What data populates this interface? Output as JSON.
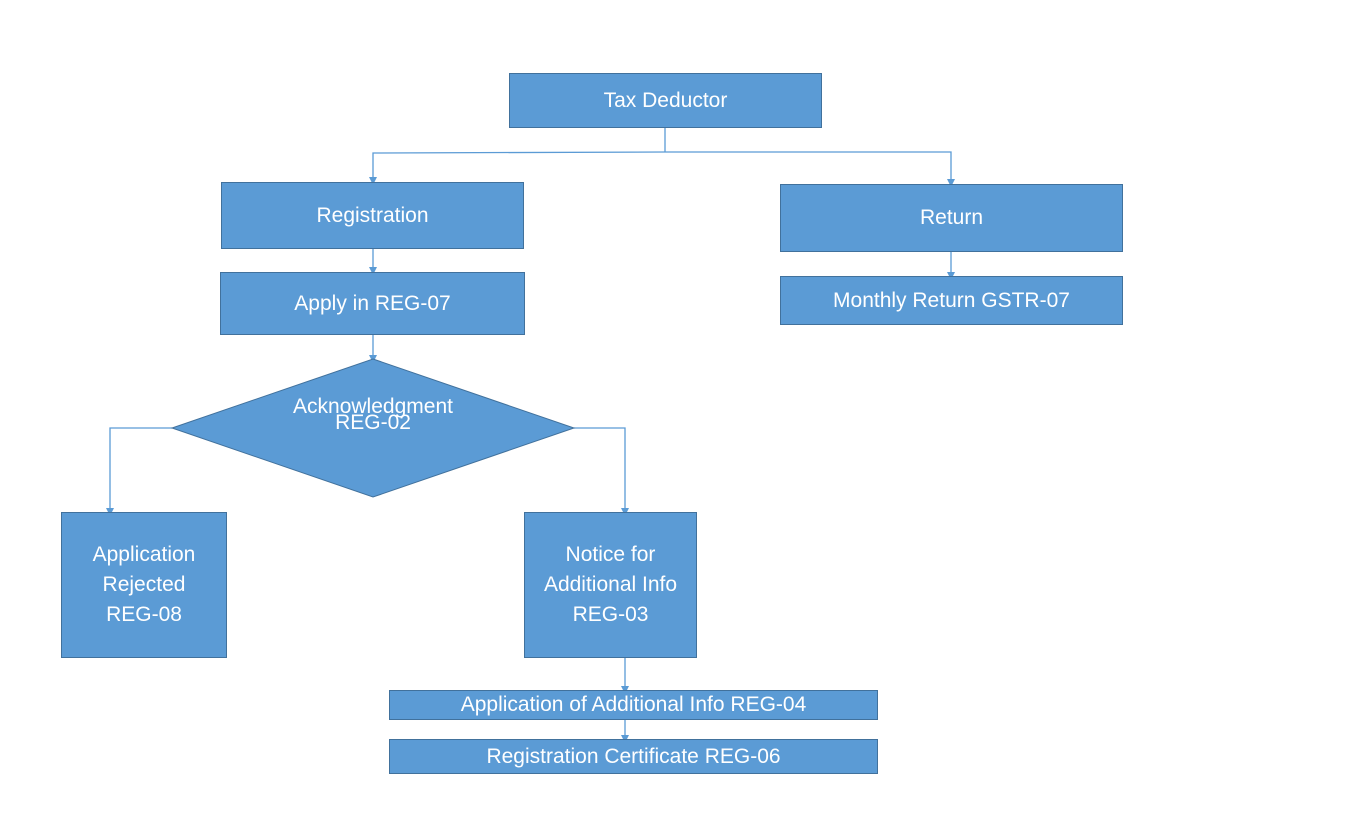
{
  "diagram": {
    "colors": {
      "node_fill": "#5b9bd5",
      "node_border": "#41719c",
      "connector": "#5b9bd5",
      "text": "#ffffff"
    },
    "nodes": {
      "tax_deductor": "Tax Deductor",
      "registration": "Registration",
      "return": "Return",
      "apply_reg07": "Apply in REG-07",
      "monthly_return": "Monthly Return GSTR-07",
      "acknowledgment": {
        "line1": "Acknowledgment",
        "line2": "REG-02"
      },
      "application_rejected": {
        "line1": "Application",
        "line2": "Rejected",
        "line3": "REG-08"
      },
      "notice_additional_info": {
        "line1": "Notice for",
        "line2": "Additional Info",
        "line3": "REG-03"
      },
      "application_additional_info": "Application of Additional Info REG-04",
      "registration_certificate": "Registration Certificate REG-06"
    }
  }
}
